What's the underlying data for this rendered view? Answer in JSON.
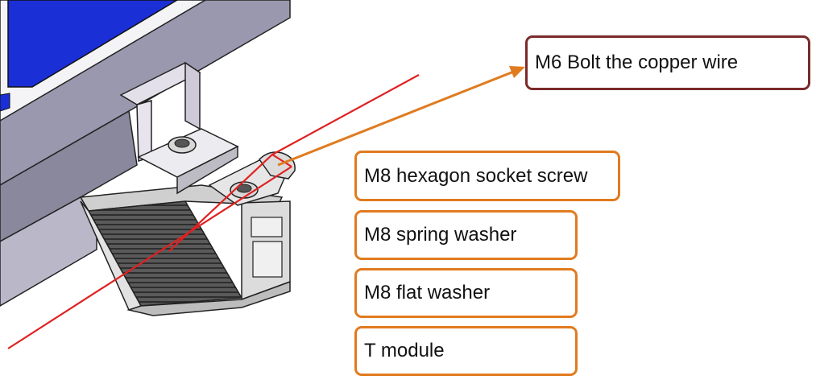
{
  "callouts": {
    "bolt": "M6 Bolt the copper wire",
    "screw": "M8 hexagon socket screw",
    "spring_washer": "M8 spring washer",
    "flat_washer": "M8 flat washer",
    "t_module": "T module"
  },
  "colors": {
    "callout_border": "#e07b1f",
    "bolt_callout_border": "#7b2a2a",
    "leader_arrow": "#e07b1f",
    "copper_wire": "#e02020",
    "solar_cell": "#1a2fd6",
    "panel_frame": "#9a98ae"
  }
}
